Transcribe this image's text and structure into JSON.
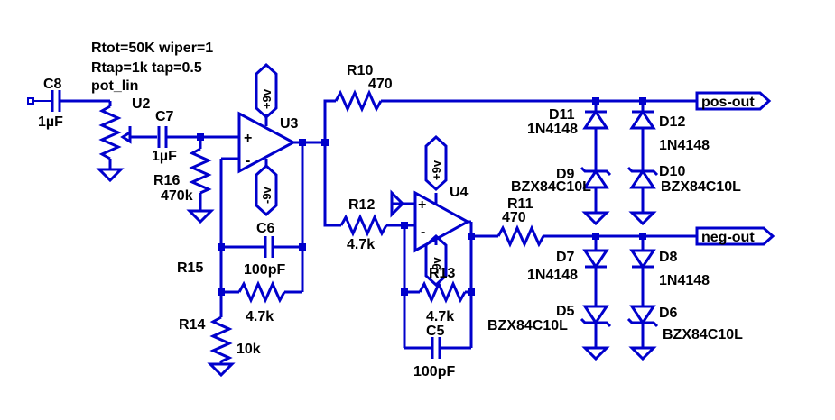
{
  "colors": {
    "wire": "#0000cc",
    "text": "#000000",
    "background": "#ffffff"
  },
  "directives": {
    "line1": "Rtot=50K wiper=1",
    "line2": "Rtap=1k tap=0.5",
    "line3": "pot_lin"
  },
  "components": {
    "C8": {
      "ref": "C8",
      "value": "1µF"
    },
    "C7": {
      "ref": "C7",
      "value": "1µF"
    },
    "U2": {
      "ref": "U2"
    },
    "R16": {
      "ref": "R16",
      "value": "470k"
    },
    "U3": {
      "ref": "U3",
      "supply_pos": "+9v",
      "supply_neg": "-9v"
    },
    "C6": {
      "ref": "C6",
      "value": "100pF"
    },
    "R15": {
      "ref": "R15",
      "value": "4.7k"
    },
    "R14": {
      "ref": "R14",
      "value": "10k"
    },
    "R10": {
      "ref": "R10",
      "value": "470"
    },
    "R12": {
      "ref": "R12",
      "value": "4.7k"
    },
    "U4": {
      "ref": "U4",
      "supply_pos": "+9v",
      "supply_neg": "-9v"
    },
    "R13": {
      "ref": "R13",
      "value": "4.7k"
    },
    "C5": {
      "ref": "C5",
      "value": "100pF"
    },
    "R11": {
      "ref": "R11",
      "value": "470"
    },
    "D11": {
      "ref": "D11",
      "value": "1N4148"
    },
    "D12": {
      "ref": "D12",
      "value": "1N4148"
    },
    "D9": {
      "ref": "D9",
      "value": "BZX84C10L"
    },
    "D10": {
      "ref": "D10",
      "value": "BZX84C10L"
    },
    "D7": {
      "ref": "D7",
      "value": "1N4148"
    },
    "D8": {
      "ref": "D8",
      "value": "1N4148"
    },
    "D5": {
      "ref": "D5",
      "value": "BZX84C10L"
    },
    "D6": {
      "ref": "D6",
      "value": "BZX84C10L"
    }
  },
  "ports": {
    "pos_out": "pos-out",
    "neg_out": "neg-out"
  },
  "opamp_pin_marks": {
    "plus": "+",
    "minus": "-"
  }
}
